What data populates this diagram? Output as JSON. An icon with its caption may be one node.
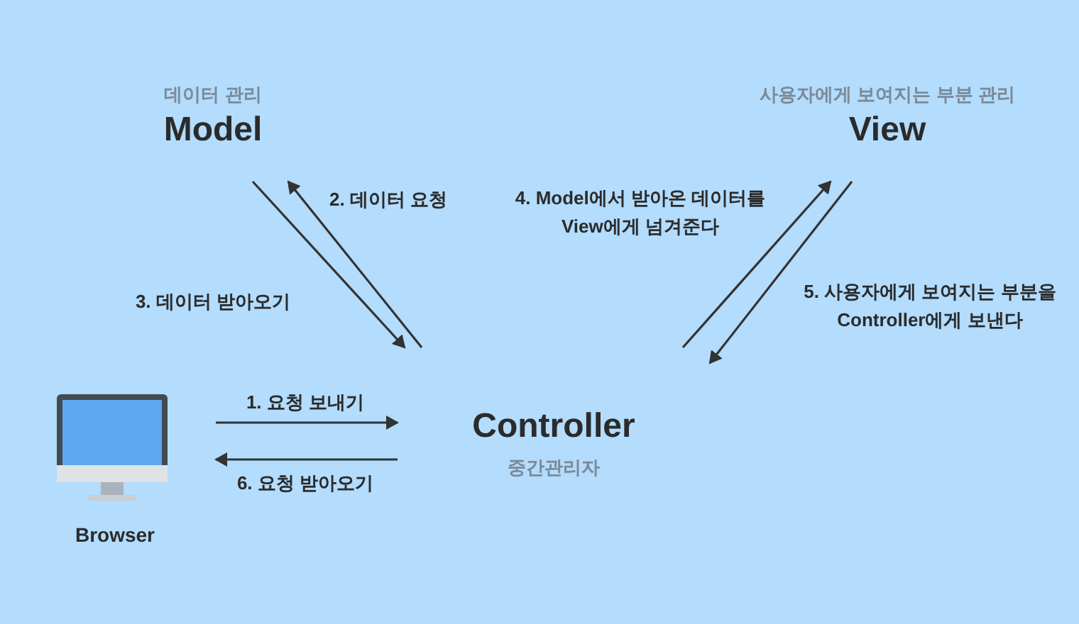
{
  "diagram": {
    "nodes": [
      {
        "text": [
          "데이터 관리",
          "Model"
        ]
      },
      {
        "text": [
          "사용자에게 보여지는 부분 관리",
          "View"
        ]
      },
      {
        "text": [
          "Controller",
          "중간관리자"
        ]
      },
      {
        "text": [
          "Browser"
        ]
      }
    ],
    "edges": [
      {
        "from": 3,
        "to": 2,
        "arrow": "to",
        "label": "1. 요청 보내기"
      },
      {
        "from": 2,
        "to": 0,
        "arrow": "to",
        "label": "2. 데이터 요청"
      },
      {
        "from": 0,
        "to": 2,
        "arrow": "to",
        "label": "3. 데이터 받아오기"
      },
      {
        "from": 2,
        "to": 1,
        "arrow": "to",
        "label": "4. Model에서 받아온 데이터를 View에게 넘겨준다"
      },
      {
        "from": 1,
        "to": 2,
        "arrow": "to",
        "label": "5. 사용자에게 보여지는 부분을 Controller에게 보낸다"
      },
      {
        "from": 2,
        "to": 3,
        "arrow": "to",
        "label": "6. 요청 받아오기"
      }
    ]
  }
}
